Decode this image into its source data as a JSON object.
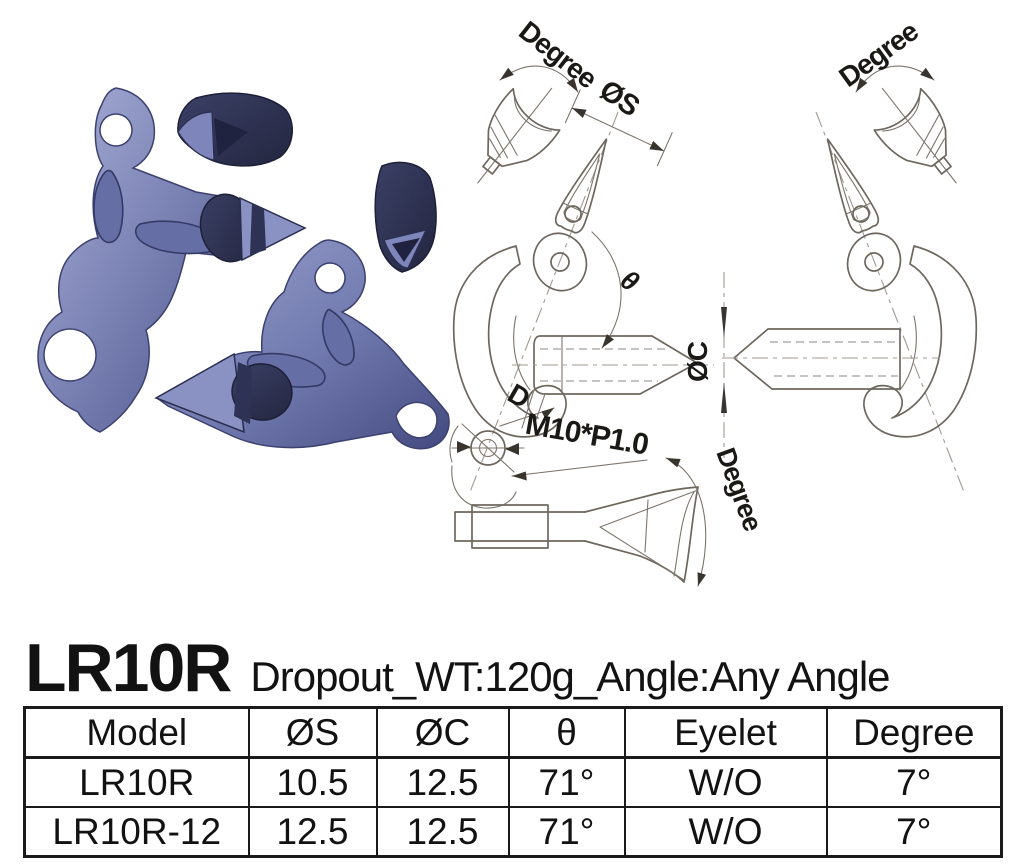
{
  "product": {
    "model": "LR10R",
    "subtitle": "Dropout_WT:120g_Angle:Any Angle"
  },
  "drawing": {
    "labels": {
      "degree_left": "Degree",
      "degree_right": "Degree",
      "degree_bottom": "Degree",
      "dia_s": "ØS",
      "theta": "θ",
      "dia_c": "ØC",
      "d": "D",
      "thread": "M10*P1.0"
    }
  },
  "table": {
    "headers": [
      "Model",
      "ØS",
      "ØC",
      "θ",
      "Eyelet",
      "Degree"
    ],
    "rows": [
      [
        "LR10R",
        "10.5",
        "12.5",
        "71°",
        "W/O",
        "7°"
      ],
      [
        "LR10R-12",
        "12.5",
        "12.5",
        "71°",
        "W/O",
        "7°"
      ]
    ]
  },
  "colors": {
    "metal_blue": "#7a82b4",
    "metal_dark": "#2e3254",
    "drawing_line": "#6e675e",
    "text": "#121212",
    "table_border": "#1a1a1a",
    "background": "#ffffff"
  }
}
